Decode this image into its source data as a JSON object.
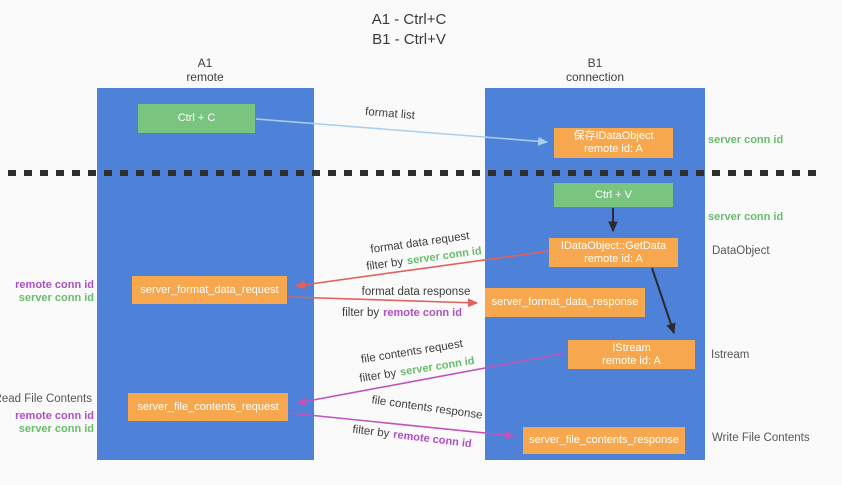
{
  "title": {
    "line1": "A1 - Ctrl+C",
    "line2": "B1 - Ctrl+V"
  },
  "lanes": {
    "left": {
      "name": "A1",
      "role": "remote"
    },
    "right": {
      "name": "B1",
      "role": "connection"
    }
  },
  "nodes": {
    "ctrl_c": {
      "label": "Ctrl + C"
    },
    "save_idataobject": {
      "line1": "保存IDataObject",
      "line2": "remote id: A"
    },
    "ctrl_v": {
      "label": "Ctrl + V"
    },
    "getdata": {
      "line1": "IDataObject::GetData",
      "line2": "remote id: A"
    },
    "format_request": {
      "label": "server_format_data_request"
    },
    "format_response": {
      "label": "server_format_data_response"
    },
    "istream": {
      "line1": "IStream",
      "line2": "remote id: A"
    },
    "file_request": {
      "label": "server_file_contents_request"
    },
    "file_response": {
      "label": "server_file_contents_response"
    }
  },
  "arrows": {
    "format_list": {
      "label": "format list"
    },
    "format_data_request": {
      "label": "format data request",
      "filter_prefix": "filter by",
      "filter_key": "server conn id"
    },
    "format_data_response": {
      "label": "format data response",
      "filter_prefix": "filter by",
      "filter_key": "remote conn id"
    },
    "file_contents_request": {
      "label": "file contents request",
      "filter_prefix": "filter by",
      "filter_key": "server conn id"
    },
    "file_contents_response": {
      "label": "file contents response",
      "filter_prefix": "filter by",
      "filter_key": "remote conn id"
    }
  },
  "side_labels": {
    "right_server_conn_id_top": "server conn id",
    "right_server_conn_id_mid": "server conn id",
    "right_dataobject": "DataObject",
    "right_istream": "Istream",
    "right_write_file_contents": "Write File Contents",
    "left_remote_conn_id_top": "remote conn id",
    "left_server_conn_id_top": "server conn id",
    "left_read_file_contents": "Read File Contents",
    "left_remote_conn_id_bottom": "remote conn id",
    "left_server_conn_id_bottom": "server conn id"
  },
  "colors": {
    "bg": "#fafafa",
    "lane-blue": "#4d82d8",
    "box-green": "#79c47e",
    "box-orange": "#f7a84e",
    "arrow-lightblue": "#a9cfee",
    "arrow-red": "#e2605e",
    "arrow-magenta": "#bf54bb",
    "arrow-black": "#2b2b2b",
    "text-dark": "#3d3d3d",
    "text-gray": "#565656",
    "text-green": "#67bd6b",
    "text-purple": "#ae4fc4",
    "dotted-line": "#2e2e2e"
  }
}
